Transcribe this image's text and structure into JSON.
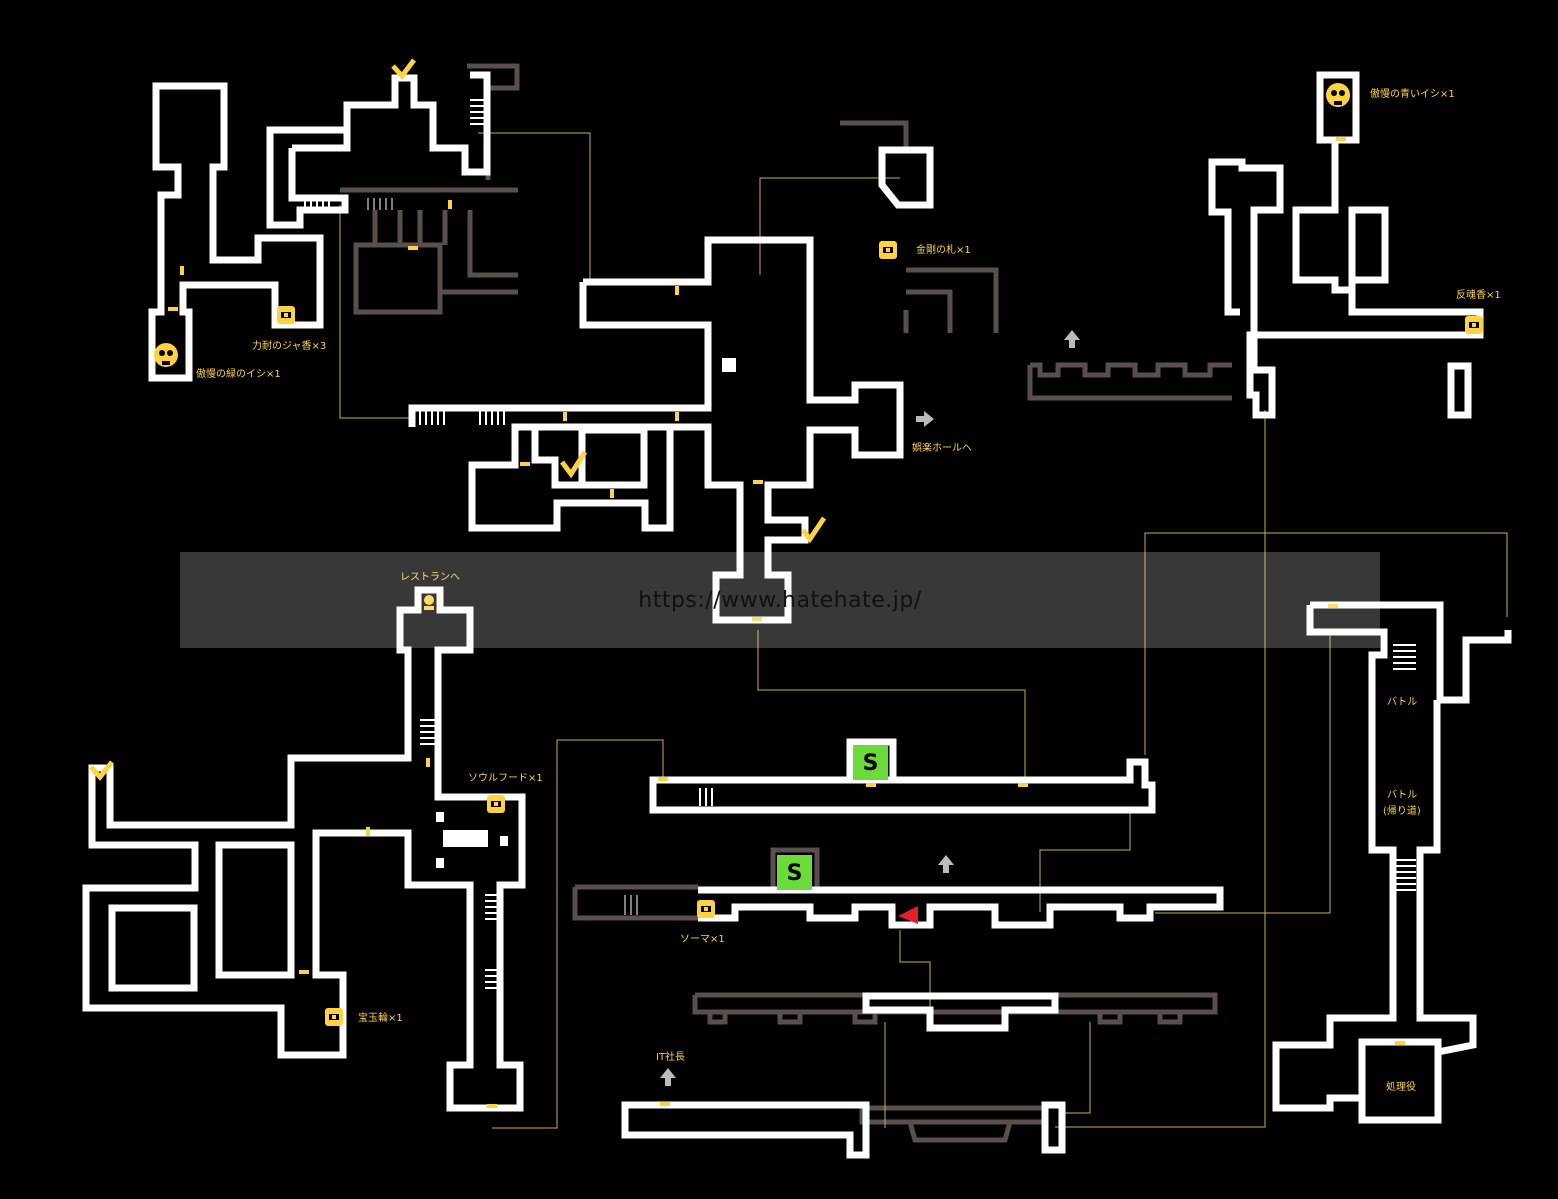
{
  "watermark": {
    "url": "https://www.hatehate.jp/"
  },
  "colors": {
    "background": "#000000",
    "wall": "#ffffff",
    "wall_dim": "#5a4f4c",
    "door": "#ffd23f",
    "label": "#ffd23f",
    "link_line": "#c9b04a",
    "save_point": "#6adb3a",
    "player_marker": "#e0202a",
    "arrow": "#bbbbbb"
  },
  "items": {
    "chest_strength_incense": "力耐のジャ香×3",
    "skull_pride_green": "傲慢の緑のイシ×1",
    "chest_diamond_card": "金剛の札×1",
    "skull_pride_blue": "傲慢の青いイシ×1",
    "chest_revive_incense": "反魂香×1",
    "chest_soul_food": "ソウルフード×1",
    "chest_jewel_ring": "宝玉輪×1",
    "chest_soma": "ソーマ×1"
  },
  "destinations": {
    "entertainment_hall": "娯楽ホールへ",
    "restaurant": "レストランへ",
    "it_president": "IT社長"
  },
  "events": {
    "battle_1": "バトル",
    "battle_2": "バトル",
    "battle_2_note": "(帰り道)",
    "executioner": "処理役"
  },
  "icons": {
    "treasure_chest": "treasure-chest-icon",
    "skull": "skull-icon",
    "checkmark": "checkmark-icon",
    "save_point": "save-point-icon",
    "up_arrow": "up-arrow-icon",
    "right_arrow": "right-arrow-icon",
    "player_marker": "player-marker-icon"
  }
}
